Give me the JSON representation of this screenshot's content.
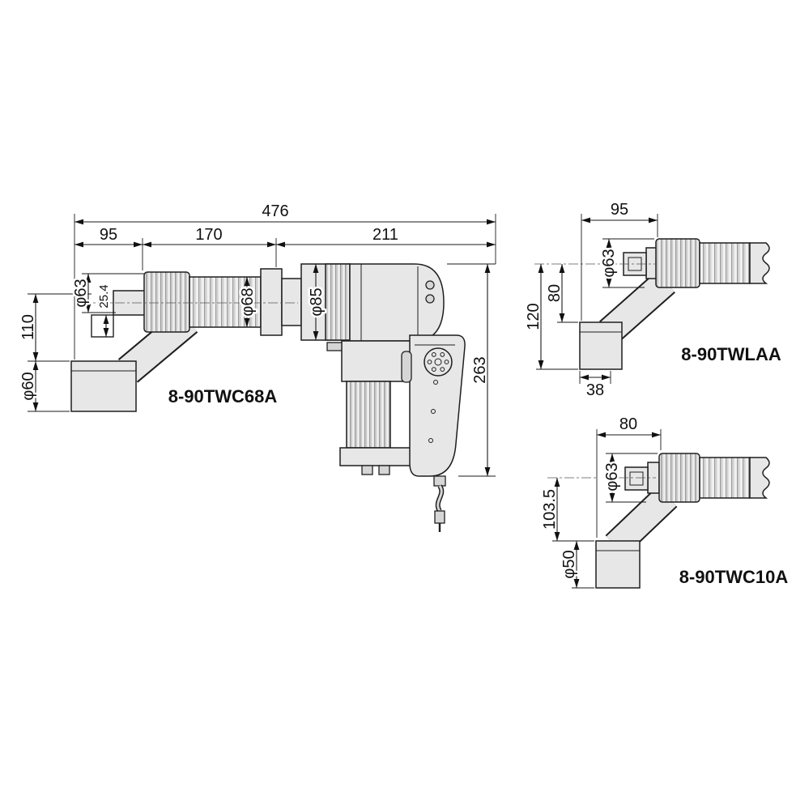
{
  "colors": {
    "line": "#1a1a1a",
    "part_fill": "#e7e7e7",
    "background": "#ffffff"
  },
  "drawings": {
    "main": {
      "model": "8-90TWC68A",
      "dims": {
        "total": "476",
        "seg_arm": "95",
        "seg_hose": "170",
        "seg_body": "211",
        "drive_dia": "φ63",
        "square_drive": "25.4",
        "hose_dia": "φ68",
        "body_dia": "φ85",
        "arm_height": "110",
        "foot_dia": "φ60",
        "overall_height": "263"
      }
    },
    "twlaa": {
      "model": "8-90TWLAA",
      "dims": {
        "length": "95",
        "drive_dia": "φ63",
        "axis_to_foot_top": "80",
        "axis_to_foot_bottom": "120",
        "foot_width": "38"
      }
    },
    "twc10a": {
      "model": "8-90TWC10A",
      "dims": {
        "length": "80",
        "drive_dia": "φ63",
        "axis_to_foot": "103.5",
        "foot_dia": "φ50"
      }
    }
  }
}
